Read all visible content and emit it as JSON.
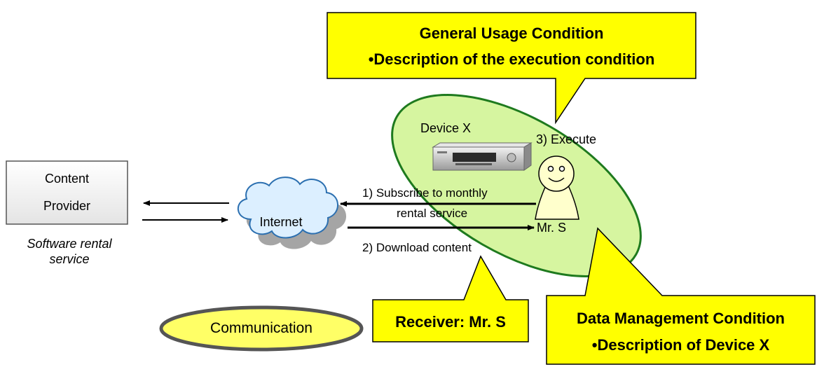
{
  "provider": {
    "line1": "Content",
    "line2": "Provider",
    "caption_line1": "Software rental",
    "caption_line2": "service"
  },
  "cloud": {
    "label": "Internet"
  },
  "arrows": {
    "subscribe_line1": "1) Subscribe to monthly",
    "subscribe_line2": "rental service",
    "download": "2) Download content"
  },
  "device": {
    "label": "Device X",
    "execute": "3) Execute"
  },
  "person": {
    "label": "Mr. S"
  },
  "callouts": {
    "general_title": "General Usage Condition",
    "general_item": "•Description of the execution condition",
    "receiver": "Receiver: Mr. S",
    "data_title": "Data Management Condition",
    "data_item": "•Description of Device X"
  },
  "legend": {
    "communication": "Communication"
  },
  "colors": {
    "callout_fill": "#ffff00",
    "ellipse_fill": "#d6f5a0",
    "ellipse_stroke": "#1e7a1e",
    "legend_fill": "#ffff66",
    "cloud_fill": "#dcefff",
    "cloud_stroke": "#2b6fb0",
    "person_fill": "#ffffcc"
  }
}
